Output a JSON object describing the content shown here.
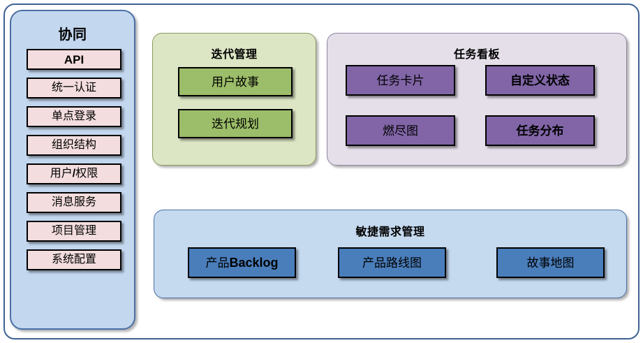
{
  "diagram": {
    "title": "",
    "colors": {
      "frame_border": "#3d6295",
      "sidebar_bg": "#c3d7ef",
      "sidebar_item_bg": "#f3ddde",
      "iteration_bg": "#dce5c4",
      "iteration_item_bg": "#9cbd69",
      "taskboard_bg": "#e4dfe9",
      "taskboard_item_bg": "#8165a7",
      "agile_bg": "#c5d9ef",
      "agile_item_bg": "#4a7ebb"
    }
  },
  "sidebar": {
    "title": "协同",
    "items": [
      {
        "label": "API"
      },
      {
        "label": "统一认证"
      },
      {
        "label": "单点登录"
      },
      {
        "label": "组织结构"
      },
      {
        "label": "用户",
        "label_bold": "/",
        "label_tail": "权限"
      },
      {
        "label": "消息服务"
      },
      {
        "label": "项目管理"
      },
      {
        "label": "系统配置"
      }
    ]
  },
  "iteration": {
    "title": "迭代管理",
    "items": [
      {
        "label": "用户故事"
      },
      {
        "label": "迭代规划"
      }
    ]
  },
  "taskboard": {
    "title": "任务看板",
    "items": [
      {
        "label": "任务卡片"
      },
      {
        "label": "自定义状态"
      },
      {
        "label": "燃尽图"
      },
      {
        "label": "任务分布"
      }
    ]
  },
  "agile": {
    "title": "敏捷需求管理",
    "items": [
      {
        "label": "产品",
        "label_bold": "Backlog"
      },
      {
        "label": "产品路线图"
      },
      {
        "label": "故事地图"
      }
    ]
  }
}
